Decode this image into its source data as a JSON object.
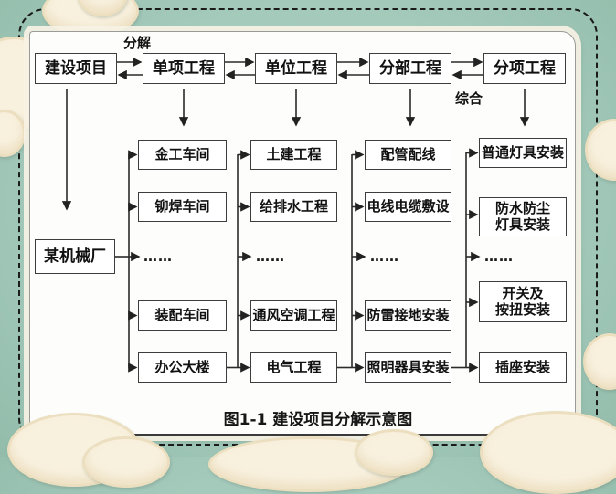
{
  "figure": {
    "caption": "图1-1 建设项目分解示意图",
    "decompose_label": "分解",
    "synthesize_label": "综合",
    "top_row": [
      "建设项目",
      "单项工程",
      "单位工程",
      "分部工程",
      "分项工程"
    ],
    "root_instance": "某机械厂",
    "columns": [
      {
        "items": [
          "金工车间",
          "铆焊车间",
          "……",
          "装配车间",
          "办公大楼"
        ]
      },
      {
        "items": [
          "土建工程",
          "给排水工程",
          "……",
          "通风空调工程",
          "电气工程"
        ]
      },
      {
        "items": [
          "配管配线",
          "电线电缆敷设",
          "……",
          "防雷接地安装",
          "照明器具安装"
        ]
      },
      {
        "items": [
          "普通灯具安装",
          "防水防尘\n灯具安装",
          "……",
          "开关及\n按扭安装",
          "插座安装"
        ]
      }
    ]
  },
  "colors": {
    "background": "#a4cabb",
    "panel": "#fdfdfb",
    "box_border": "#3d3d3d",
    "connector_line": "#2b2b2b",
    "cloud_fill": "#f8f1de",
    "cloud_border": "#ecdfc0"
  }
}
